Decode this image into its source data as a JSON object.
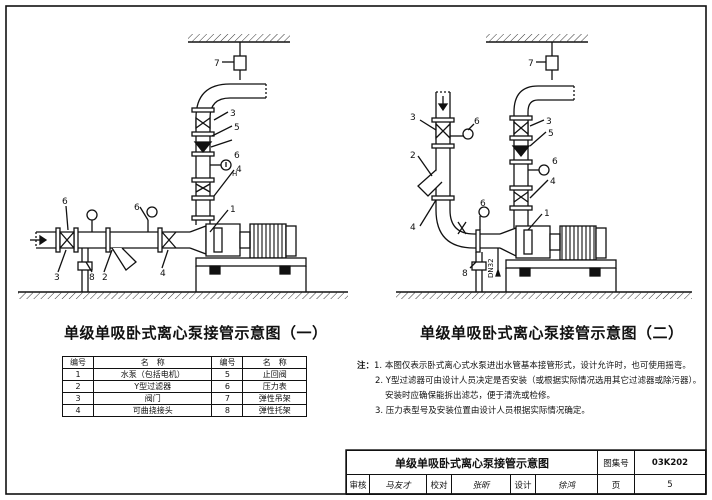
{
  "titles": {
    "left": "单级单吸卧式离心泵接管示意图（一）",
    "right": "单级单吸卧式离心泵接管示意图（二）"
  },
  "left_diagram_labels": [
    "1",
    "2",
    "3",
    "4",
    "5",
    "6",
    "6",
    "6",
    "7",
    "8"
  ],
  "right_diagram_labels": [
    "1",
    "2",
    "3",
    "3",
    "4",
    "4",
    "5",
    "6",
    "6",
    "6",
    "7",
    "8"
  ],
  "dn_label": "DN32",
  "legend": {
    "headers": [
      "编号",
      "名　称",
      "编号",
      "名　称"
    ],
    "rows": [
      [
        "1",
        "水泵（包括电机）",
        "5",
        "止回阀"
      ],
      [
        "2",
        "Y型过滤器",
        "6",
        "压力表"
      ],
      [
        "3",
        "阀门",
        "7",
        "弹性吊架"
      ],
      [
        "4",
        "可曲挠接头",
        "8",
        "弹性托架"
      ]
    ]
  },
  "notes": {
    "prefix": "注：",
    "items": [
      "1. 本图仅表示卧式离心式水泵进出水管基本接管形式，设计允许时，也可使用摇弯。",
      "2. Y型过滤器可由设计人员决定是否安装（或根据实际情况选用其它过滤器或除污器）。",
      "安装时应确保能拆出滤芯，便于清洗或检修。",
      "3. 压力表型号及安装位置由设计人员根据实际情况确定。"
    ]
  },
  "title_block": {
    "main_title": "单级单吸卧式离心泵接管示意图",
    "atlas_label": "图集号",
    "atlas_no": "03K202",
    "review_label": "审核",
    "review_name": "马友才",
    "check_label": "校对",
    "check_name": "张昕",
    "design_label": "设计",
    "design_name": "徐鸿",
    "page_label": "页",
    "page_no": "5"
  }
}
